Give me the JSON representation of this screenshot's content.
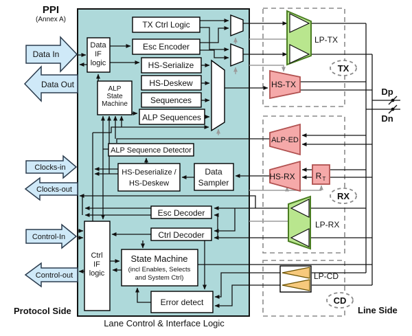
{
  "title": {
    "main": "PPI",
    "sub": "(Annex A)"
  },
  "sides": {
    "protocol": "Protocol Side",
    "line": "Line Side"
  },
  "caption": "Lane Control & Interface Logic",
  "ports": {
    "data_in": "Data In",
    "data_out": "Data Out",
    "clocks_in": "Clocks-in",
    "clocks_out": "Clocks-out",
    "control_in": "Control-In",
    "control_out": "Control-out"
  },
  "pins": {
    "dp": "Dp",
    "dn": "Dn"
  },
  "logic_blocks": {
    "tx_ctrl": "TX Ctrl Logic",
    "esc_encoder": "Esc Encoder",
    "hs_serialize": "HS-Serialize",
    "hs_deskew": "HS-Deskew",
    "sequences": "Sequences",
    "alp_sequences": "ALP Sequences",
    "alp_seq_detector": "ALP Sequence Detector",
    "hs_deserialize": [
      "HS-Deserialize /",
      "HS-Deskew"
    ],
    "data_sampler": [
      "Data",
      "Sampler"
    ],
    "esc_decoder": "Esc Decoder",
    "ctrl_decoder": "Ctrl Decoder",
    "state_machine": [
      "State Machine",
      "(incl Enables, Selects",
      "and System Ctrl)"
    ],
    "error_detect": "Error detect",
    "data_if": [
      "Data",
      "IF",
      "logic"
    ],
    "ctrl_if": [
      "Ctrl",
      "IF",
      "logic"
    ],
    "alp_state_machine": [
      "ALP",
      "State",
      "Machine"
    ]
  },
  "line_side_blocks": {
    "lp_tx": "LP-TX",
    "hs_tx": "HS-TX",
    "alp_ed": "ALP-ED",
    "hs_rx": "HS-RX",
    "rt_main": "R",
    "rt_sub": "T",
    "lp_rx": "LP-RX",
    "lp_cd": "LP-CD"
  },
  "group_ovals": {
    "tx": "TX",
    "rx": "RX",
    "cd": "CD"
  },
  "colors": {
    "panel_fill": "#aed9da",
    "port_arrow_fill": "#cfe9f8",
    "lp_green": "#b9e68e",
    "hs_pink": "#f5a9a9",
    "cd_orange": "#f7c97c",
    "wire_gray": "#9b9b9b",
    "dash_gray": "#8a8a8a"
  }
}
